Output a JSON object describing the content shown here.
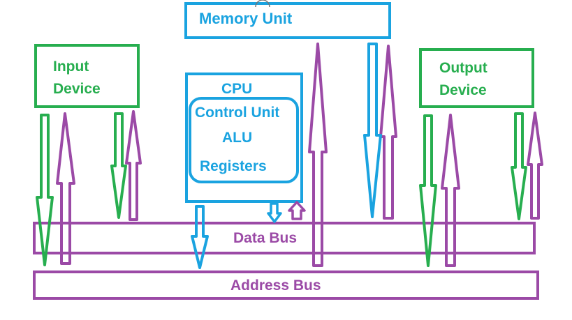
{
  "colors": {
    "memory": "#1aa3e0",
    "cpu": "#1aa3e0",
    "io": "#27ae4f",
    "bus": "#9b4aa6",
    "background": "#ffffff"
  },
  "blocks": {
    "memory_unit": {
      "label": "Memory Unit"
    },
    "input_device": {
      "line1": "Input",
      "line2": "Device"
    },
    "output_device": {
      "line1": "Output",
      "line2": "Device"
    },
    "cpu": {
      "title": "CPU",
      "control_unit": "Control Unit",
      "alu": "ALU",
      "registers": "Registers"
    }
  },
  "buses": {
    "data_bus": "Data Bus",
    "address_bus": "Address Bus"
  }
}
